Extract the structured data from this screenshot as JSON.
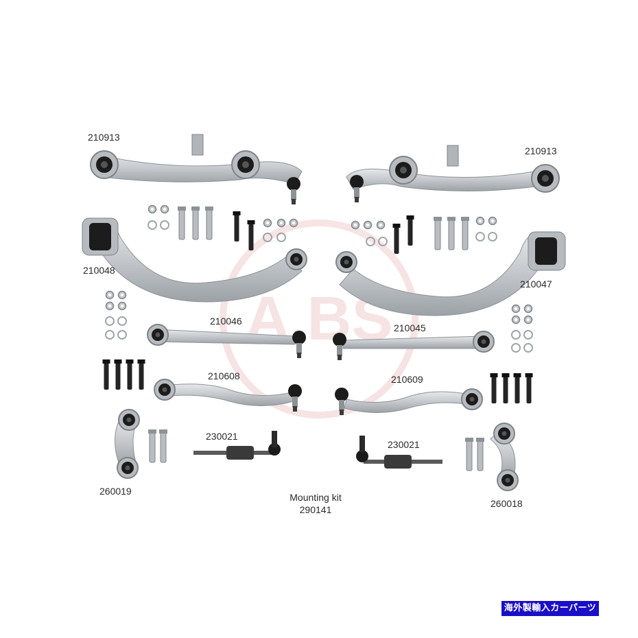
{
  "watermark": "A.BS",
  "part_labels": {
    "upper_left": "210913",
    "upper_right": "210913",
    "curved_left": "210048",
    "curved_right": "210047",
    "straight_left": "210046",
    "straight_right": "210045",
    "wavy_left": "210608",
    "wavy_right": "210609",
    "tierod_left": "230021",
    "tierod_right": "230021",
    "link_left": "260019",
    "link_right": "260018"
  },
  "mounting_kit": {
    "title": "Mounting kit",
    "number": "290141"
  },
  "banner": {
    "text": "海外製輸入カーパーツ",
    "color": "#1a0ec8"
  },
  "colors": {
    "metal": "#c9cdd1",
    "metal_dark": "#8d9296",
    "rubber": "#1c1c1c",
    "bolt": "#2a2a2a"
  }
}
